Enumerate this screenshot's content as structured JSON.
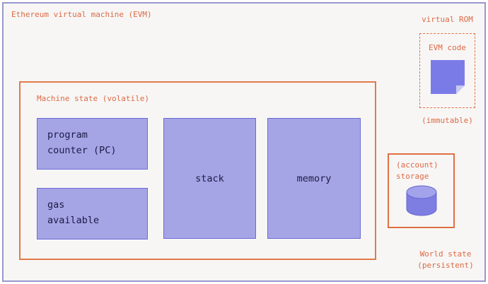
{
  "diagram": {
    "title": "Ethereum virtual machine (EVM)",
    "virtual_rom": {
      "label": "virtual ROM",
      "evm_code_label": "EVM code",
      "immutable_label": "(immutable)"
    },
    "machine_state": {
      "label": "Machine state (volatile)",
      "program_counter": "program\ncounter (PC)",
      "gas_available": "gas\navailable",
      "stack": "stack",
      "memory": "memory"
    },
    "account_storage": {
      "label": "(account)\nstorage"
    },
    "world_state": {
      "label": "World state\n(persistent)"
    }
  },
  "colors": {
    "background": "#f7f6f5",
    "outer_border": "#9898ce",
    "orange_text": "#dd6a45",
    "orange_border": "#e27a49",
    "box_fill": "#a5a5e6",
    "box_border": "#6b6bd4",
    "box_text": "#1b1b46",
    "note_fill": "#7b7be8",
    "note_fold": "#c9c9f4",
    "cylinder_body": "#7d7de2",
    "cylinder_top": "#a3a3ec"
  }
}
